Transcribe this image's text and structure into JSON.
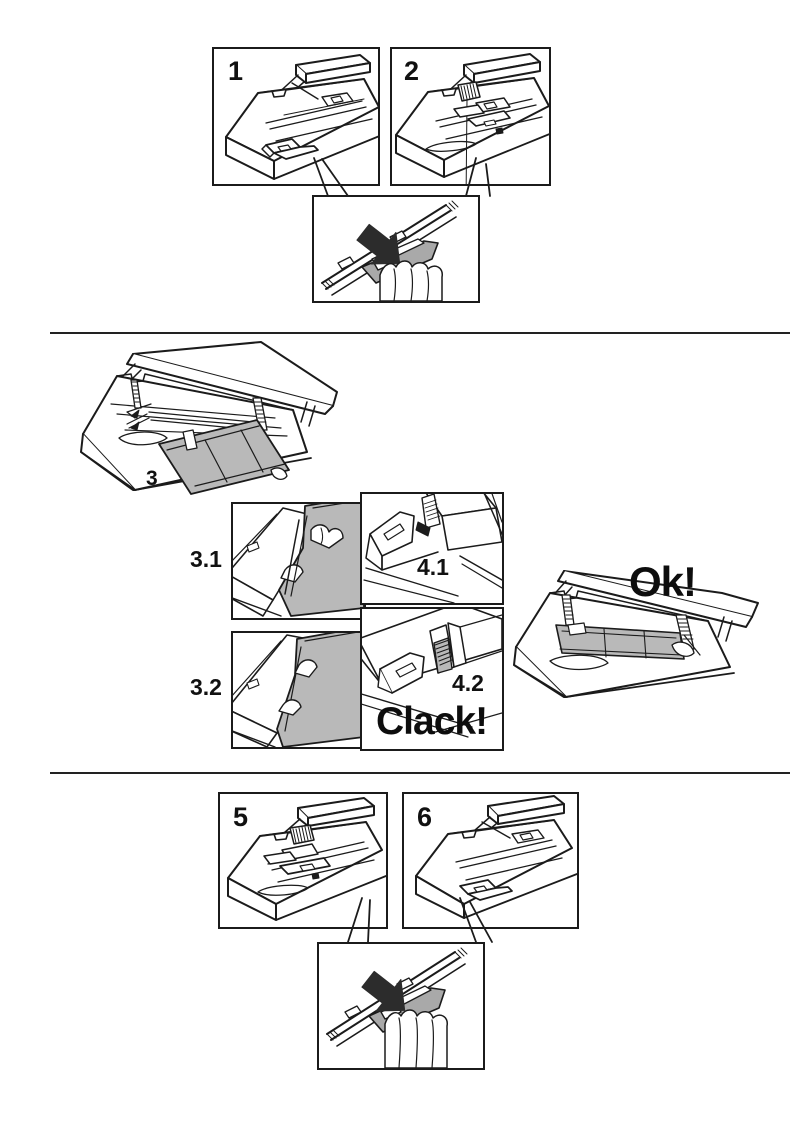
{
  "document": {
    "type": "illustrated-instruction-sheet",
    "title": "Printer maintenance: print head / cartridge holder replacement",
    "background_color": "#ffffff",
    "line_color": "#1b1b1b",
    "shade_color": "#b9b9b9"
  },
  "sections": [
    {
      "id": "section-top",
      "panels": [
        {
          "id": "panel-1",
          "label": "1"
        },
        {
          "id": "panel-2",
          "label": "2"
        },
        {
          "id": "panel-detail-top",
          "label": ""
        }
      ]
    },
    {
      "id": "section-middle",
      "panels": [
        {
          "id": "panel-3",
          "label": "3"
        },
        {
          "id": "panel-3-1",
          "label": "3.1"
        },
        {
          "id": "panel-3-2",
          "label": "3.2"
        },
        {
          "id": "panel-4-1",
          "label": "4.1"
        },
        {
          "id": "panel-4-2",
          "label": "4.2"
        },
        {
          "id": "panel-ok",
          "label": ""
        }
      ]
    },
    {
      "id": "section-bottom",
      "panels": [
        {
          "id": "panel-5",
          "label": "5"
        },
        {
          "id": "panel-6",
          "label": "6"
        },
        {
          "id": "panel-detail-bottom",
          "label": ""
        }
      ]
    }
  ],
  "labels": {
    "step_1": "1",
    "step_2": "2",
    "step_3": "3",
    "step_3_1": "3.1",
    "step_3_2": "3.2",
    "step_4_1": "4.1",
    "step_4_2": "4.2",
    "step_5": "5",
    "step_6": "6"
  },
  "callouts": {
    "ok": "Ok!",
    "clack": "Clack!"
  },
  "icons": {
    "press_arrow": "down-arrow-icon",
    "hand": "hand-icon"
  }
}
